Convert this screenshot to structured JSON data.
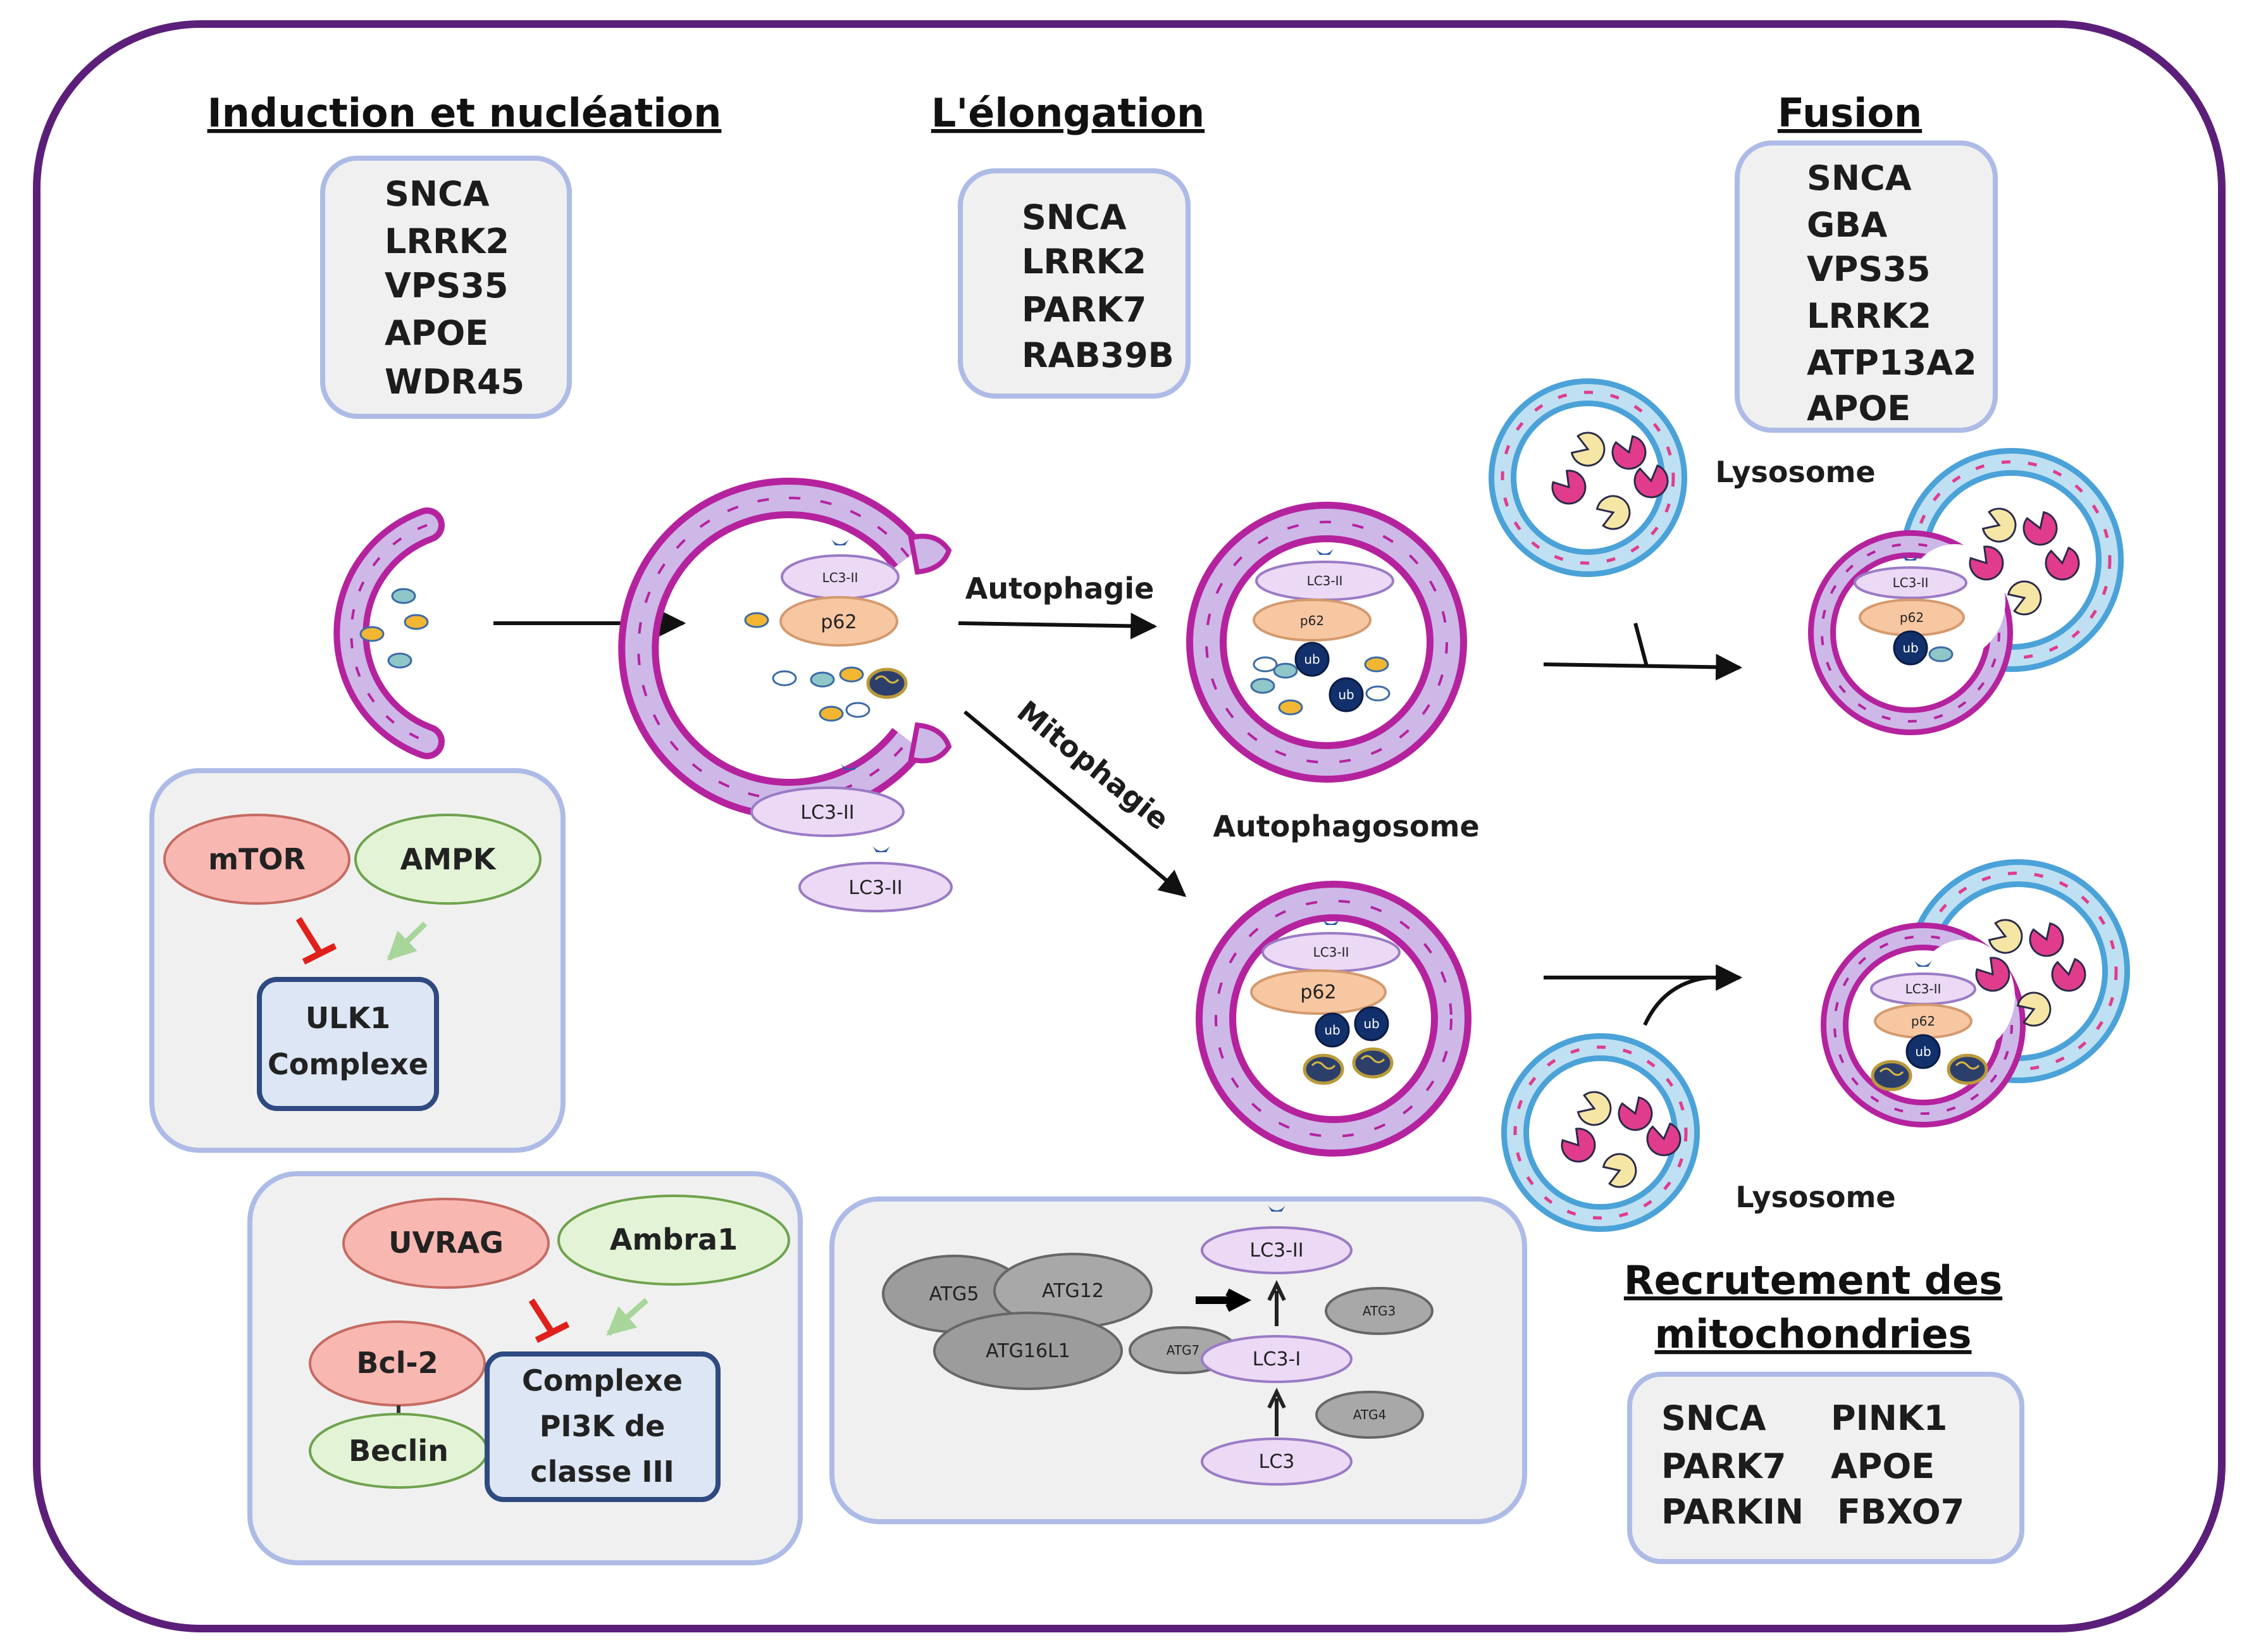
{
  "headers": {
    "induction": "Induction et nucléation",
    "elongation": "L'élongation",
    "fusion": "Fusion",
    "recruitment_line1": "Recrutement des",
    "recruitment_line2": "mitochondries"
  },
  "gene_lists": {
    "induction": [
      "SNCA",
      "LRRK2",
      "VPS35",
      "APOE",
      "WDR45"
    ],
    "elongation": [
      "SNCA",
      "LRRK2",
      "PARK7",
      "RAB39B"
    ],
    "fusion": [
      "SNCA",
      "GBA",
      "VPS35",
      "LRRK2",
      "ATP13A2",
      "APOE"
    ],
    "recruitment_left": [
      "SNCA",
      "PARK7",
      "PARKIN"
    ],
    "recruitment_right": [
      "PINK1",
      "APOE",
      "FBXO7"
    ]
  },
  "process_labels": {
    "autophagie": "Autophagie",
    "mitophagie": "Mitophagie",
    "autophagosome": "Autophagosome",
    "lysosome_top": "Lysosome",
    "lysosome_bottom": "Lysosome"
  },
  "vesicle_labels": {
    "lc3_ii": "LC3-II",
    "p62": "p62",
    "ub": "ub"
  },
  "ulk1_panel": {
    "mtor": "mTOR",
    "ampk": "AMPK",
    "ulk1_line1": "ULK1",
    "ulk1_line2": "Complexe"
  },
  "pi3k_panel": {
    "uvrag": "UVRAG",
    "ambra1": "Ambra1",
    "bcl2": "Bcl-2",
    "beclin": "Beclin",
    "complex_line1": "Complexe",
    "complex_line2": "PI3K de",
    "complex_line3": "classe III"
  },
  "atg_panel": {
    "atg5": "ATG5",
    "atg12": "ATG12",
    "atg16l1": "ATG16L1",
    "atg7": "ATG7",
    "atg3": "ATG3",
    "atg4": "ATG4",
    "lc3_ii": "LC3-II",
    "lc3_i": "LC3-I",
    "lc3": "LC3"
  },
  "colors": {
    "frame": "#5b1f7a",
    "membrane_outer": "#b5229e",
    "membrane_inner": "#cdb8e8",
    "lysosome_outer": "#4aa2d8",
    "lysosome_inner": "#bfe0f2",
    "panel_fill": "#f0f0f0",
    "panel_stroke": "#aebbe6",
    "inhibit": "#e0201b",
    "activate": "#a8d59a"
  }
}
